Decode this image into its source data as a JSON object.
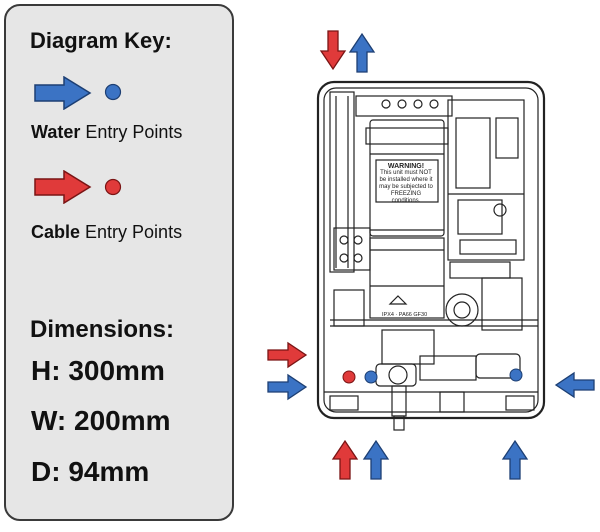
{
  "key": {
    "title": "Diagram Key:",
    "water": {
      "bold": "Water",
      "rest": " Entry Points",
      "color": "#3b73c4"
    },
    "cable": {
      "bold": "Cable",
      "rest": " Entry Points",
      "color": "#e03a3a"
    }
  },
  "dimensions": {
    "title": "Dimensions:",
    "h": "H:  300mm",
    "w": "W:  200mm",
    "d": "D:  94mm"
  },
  "device": {
    "warning_title": "WARNING!",
    "warning_body": "This unit must NOT be installed where it may be subjected to FREEZING conditions.",
    "rating_label": "IPX4 · PA66 GF30"
  }
}
